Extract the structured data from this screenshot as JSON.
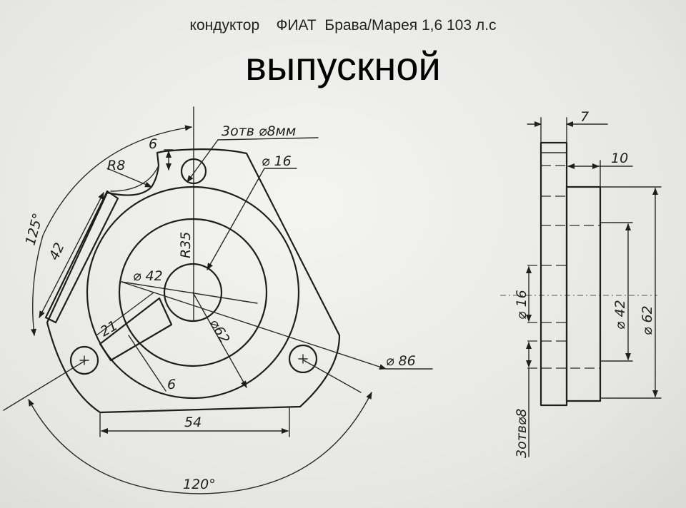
{
  "header": {
    "subtitle": "кондуктор    ФИАТ  Брава/Марея 1,6 103 л.с",
    "title": "выпускной"
  },
  "front_view": {
    "holes_note": "3отв ⌀8мм",
    "dim_6_top": "6",
    "dim_r8": "R8",
    "dim_d16": "⌀ 16",
    "dim_r35": "R35",
    "dim_125": "125°",
    "dim_42_slot": "42",
    "dim_d42": "⌀ 42",
    "dim_d62": "⌀62",
    "dim_21": "21",
    "dim_6_bottom": "6",
    "dim_d86": "⌀ 86",
    "dim_54": "54",
    "dim_120": "120°"
  },
  "side_view": {
    "dim_7": "7",
    "dim_10": "10",
    "dim_d16": "⌀ 16",
    "dim_d42": "⌀ 42",
    "dim_d62": "⌀ 62",
    "holes_note": "3отв⌀8"
  }
}
